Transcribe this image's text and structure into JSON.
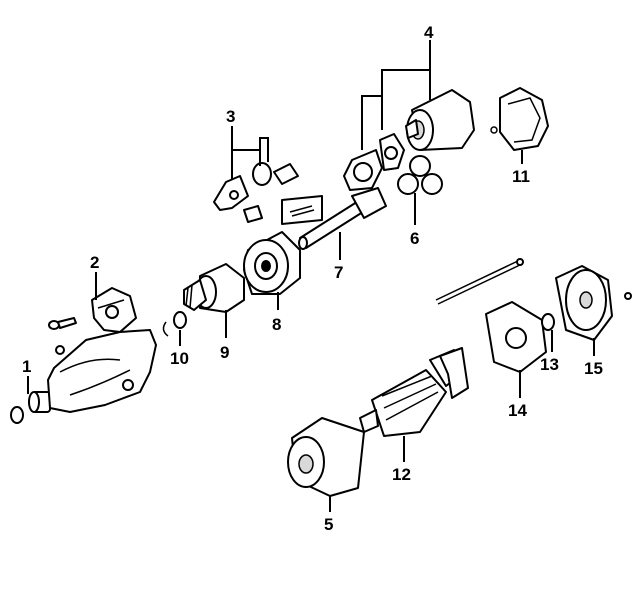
{
  "diagram": {
    "callouts": [
      {
        "id": "1",
        "text": "1"
      },
      {
        "id": "2",
        "text": "2"
      },
      {
        "id": "3",
        "text": "3"
      },
      {
        "id": "4",
        "text": "4"
      },
      {
        "id": "5",
        "text": "5"
      },
      {
        "id": "6",
        "text": "6"
      },
      {
        "id": "7",
        "text": "7"
      },
      {
        "id": "8",
        "text": "8"
      },
      {
        "id": "9",
        "text": "9"
      },
      {
        "id": "10",
        "text": "10"
      },
      {
        "id": "11",
        "text": "11"
      },
      {
        "id": "12",
        "text": "12"
      },
      {
        "id": "13",
        "text": "13"
      },
      {
        "id": "14",
        "text": "14"
      },
      {
        "id": "15",
        "text": "15"
      }
    ],
    "colors": {
      "ink": "#000000",
      "paper": "#ffffff",
      "shade": "#d9d9d9"
    }
  }
}
